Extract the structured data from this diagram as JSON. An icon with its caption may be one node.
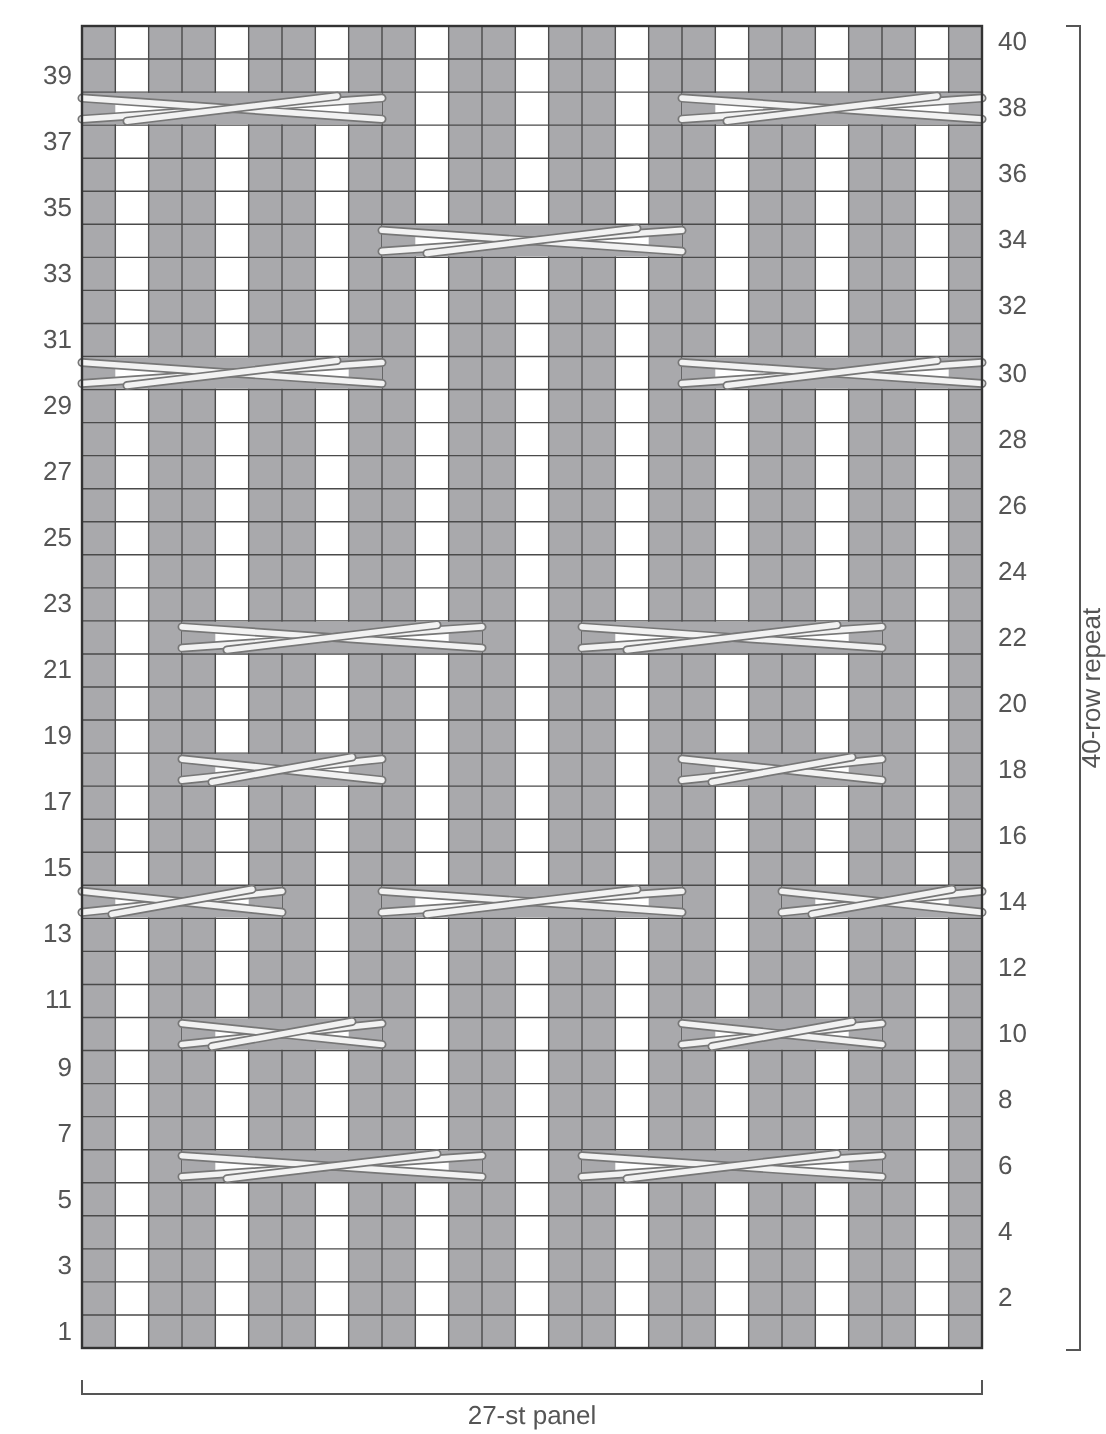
{
  "diagram": {
    "labels": [
      "40",
      "39",
      "38",
      "37",
      "36",
      "35",
      "34",
      "33",
      "32",
      "31",
      "30",
      "29",
      "28",
      "27",
      "26",
      "25",
      "24",
      "23",
      "22",
      "21",
      "20",
      "19",
      "18",
      "17",
      "16",
      "15",
      "14",
      "13",
      "12",
      "11",
      "10",
      "9",
      "8",
      "7",
      "6",
      "5",
      "4",
      "3",
      "2",
      "1",
      "40-row repeat",
      "27-st panel"
    ]
  }
}
